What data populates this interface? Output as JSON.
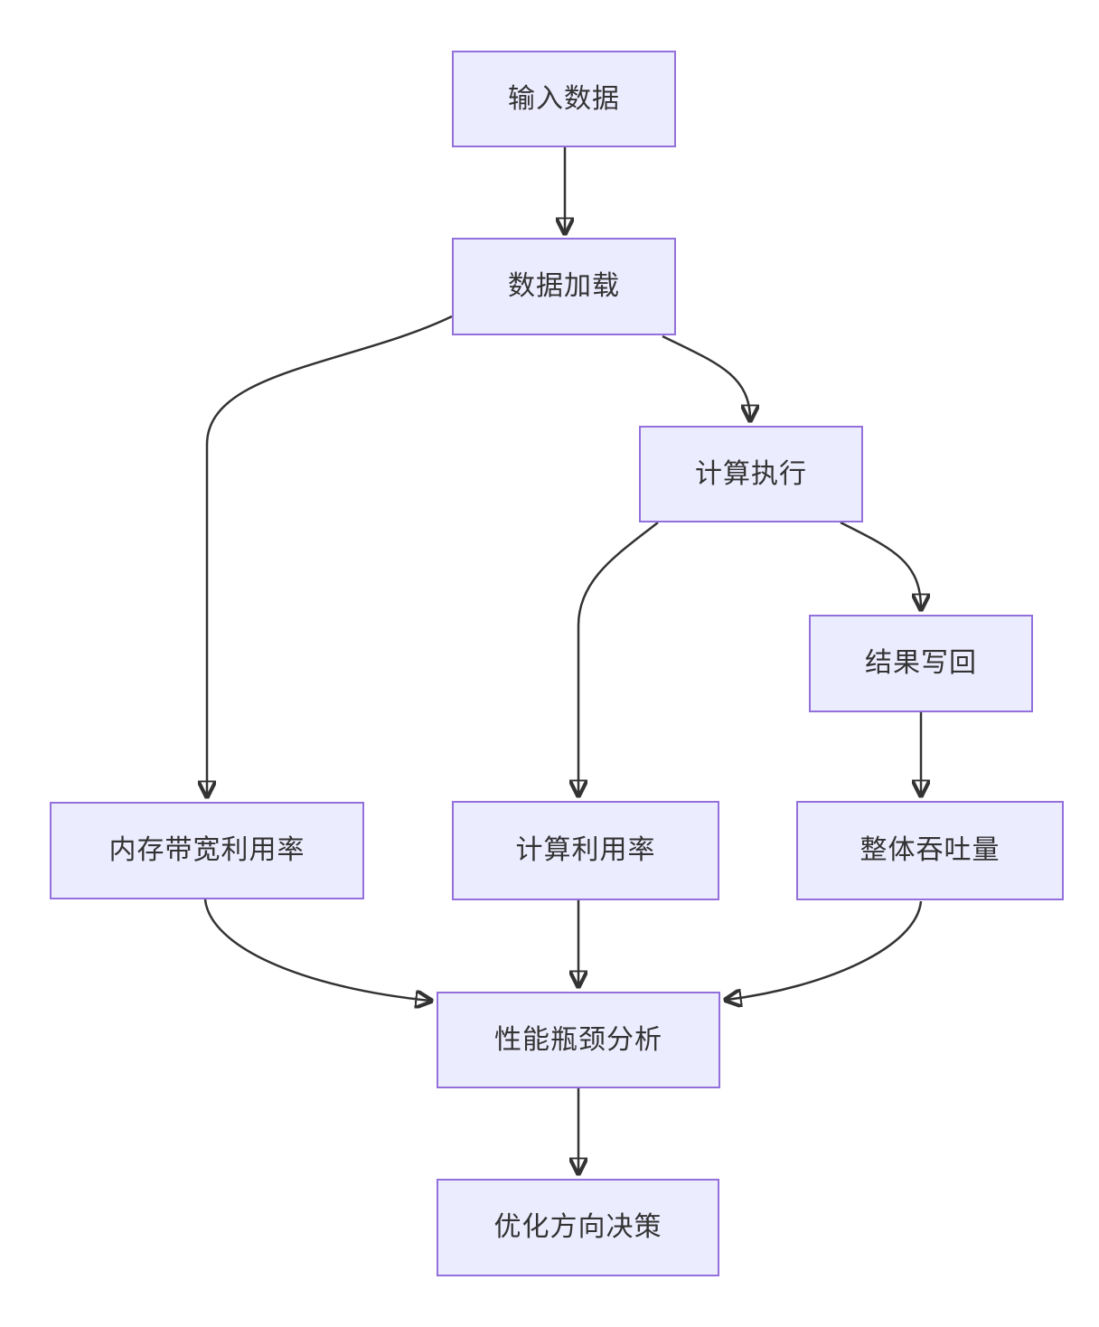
{
  "diagram": {
    "type": "flowchart",
    "direction": "top-down",
    "colors": {
      "node_fill": "#ECECFF",
      "node_border": "#9370DB",
      "text_color": "#333333",
      "edge_color": "#333333",
      "background": "#ffffff"
    },
    "nodes": [
      {
        "id": "input-data",
        "label": "输入数据"
      },
      {
        "id": "data-loading",
        "label": "数据加载"
      },
      {
        "id": "compute-execution",
        "label": "计算执行"
      },
      {
        "id": "result-writeback",
        "label": "结果写回"
      },
      {
        "id": "memory-bandwidth-utilization",
        "label": "内存带宽利用率"
      },
      {
        "id": "compute-utilization",
        "label": "计算利用率"
      },
      {
        "id": "overall-throughput",
        "label": "整体吞吐量"
      },
      {
        "id": "bottleneck-analysis",
        "label": "性能瓶颈分析"
      },
      {
        "id": "optimization-decision",
        "label": "优化方向决策"
      }
    ],
    "edges": [
      {
        "from": "input-data",
        "to": "data-loading"
      },
      {
        "from": "data-loading",
        "to": "memory-bandwidth-utilization"
      },
      {
        "from": "data-loading",
        "to": "compute-execution"
      },
      {
        "from": "compute-execution",
        "to": "compute-utilization"
      },
      {
        "from": "compute-execution",
        "to": "result-writeback"
      },
      {
        "from": "result-writeback",
        "to": "overall-throughput"
      },
      {
        "from": "memory-bandwidth-utilization",
        "to": "bottleneck-analysis"
      },
      {
        "from": "compute-utilization",
        "to": "bottleneck-analysis"
      },
      {
        "from": "overall-throughput",
        "to": "bottleneck-analysis"
      },
      {
        "from": "bottleneck-analysis",
        "to": "optimization-decision"
      }
    ]
  }
}
